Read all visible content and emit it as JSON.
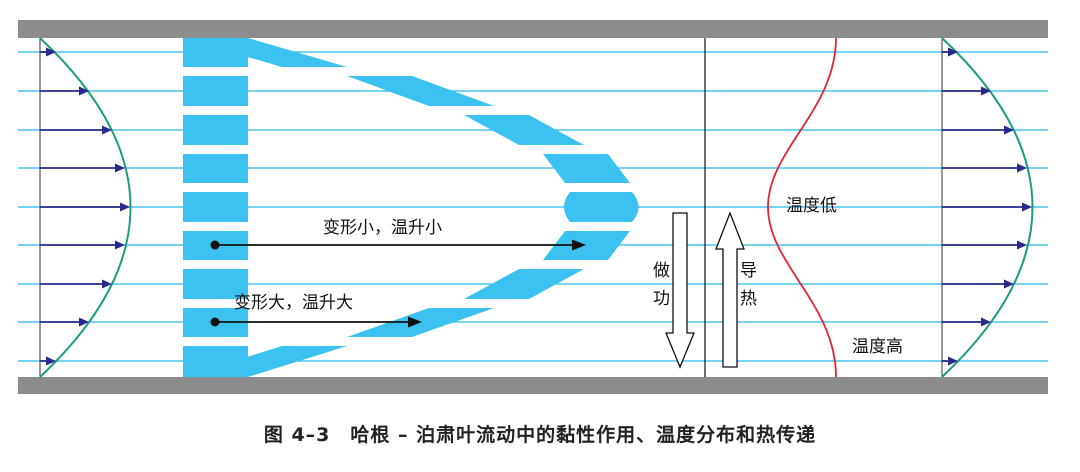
{
  "labels": {
    "small": "变形小，温升小",
    "large": "变形大，温升大",
    "work_1": "做",
    "work_2": "功",
    "heat_1": "导",
    "heat_2": "热",
    "temp_low": "温度低",
    "temp_high": "温度高"
  },
  "caption": "图 4–3　哈根 – 泊肃叶流动中的黏性作用、温度分布和热传递",
  "colors": {
    "wall": "#8c8c8c",
    "streamline": "#29b6e8",
    "profile": "#1a9e7a",
    "arrow": "#2b2a8c",
    "band": "#3cc2f0",
    "temperature": "#e0262e",
    "line": "#111111"
  }
}
